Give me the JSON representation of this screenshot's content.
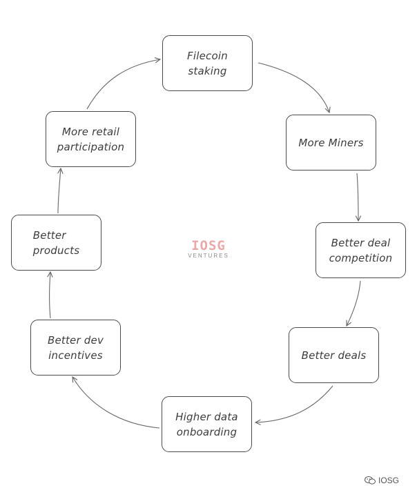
{
  "diagram": {
    "nodes": {
      "filecoin_staking": [
        "Filecoin",
        "staking"
      ],
      "more_miners": [
        "More Miners"
      ],
      "better_deal_competition": [
        "Better deal",
        "competition"
      ],
      "better_deals": [
        "Better deals"
      ],
      "higher_data_onboarding": [
        "Higher data",
        "onboarding"
      ],
      "better_dev_incentives": [
        "Better dev",
        "incentives"
      ],
      "better_products": [
        "Better",
        "products"
      ],
      "more_retail_participation": [
        "More retail",
        "participation"
      ]
    },
    "edges": [
      {
        "from": "filecoin_staking",
        "to": "more_miners"
      },
      {
        "from": "more_miners",
        "to": "better_deal_competition"
      },
      {
        "from": "better_deal_competition",
        "to": "better_deals"
      },
      {
        "from": "better_deals",
        "to": "higher_data_onboarding"
      },
      {
        "from": "higher_data_onboarding",
        "to": "better_dev_incentives"
      },
      {
        "from": "better_dev_incentives",
        "to": "better_products"
      },
      {
        "from": "better_products",
        "to": "more_retail_participation"
      },
      {
        "from": "more_retail_participation",
        "to": "filecoin_staking"
      }
    ]
  },
  "logo": {
    "main": "IOSG",
    "sub": "VENTURES",
    "color": "#e9a9a9"
  },
  "watermark": {
    "icon": "wechat-icon",
    "text": "IOSG"
  },
  "colors": {
    "stroke": "#4a4a4a",
    "text": "#3c3c3c",
    "edge": "#666666"
  }
}
